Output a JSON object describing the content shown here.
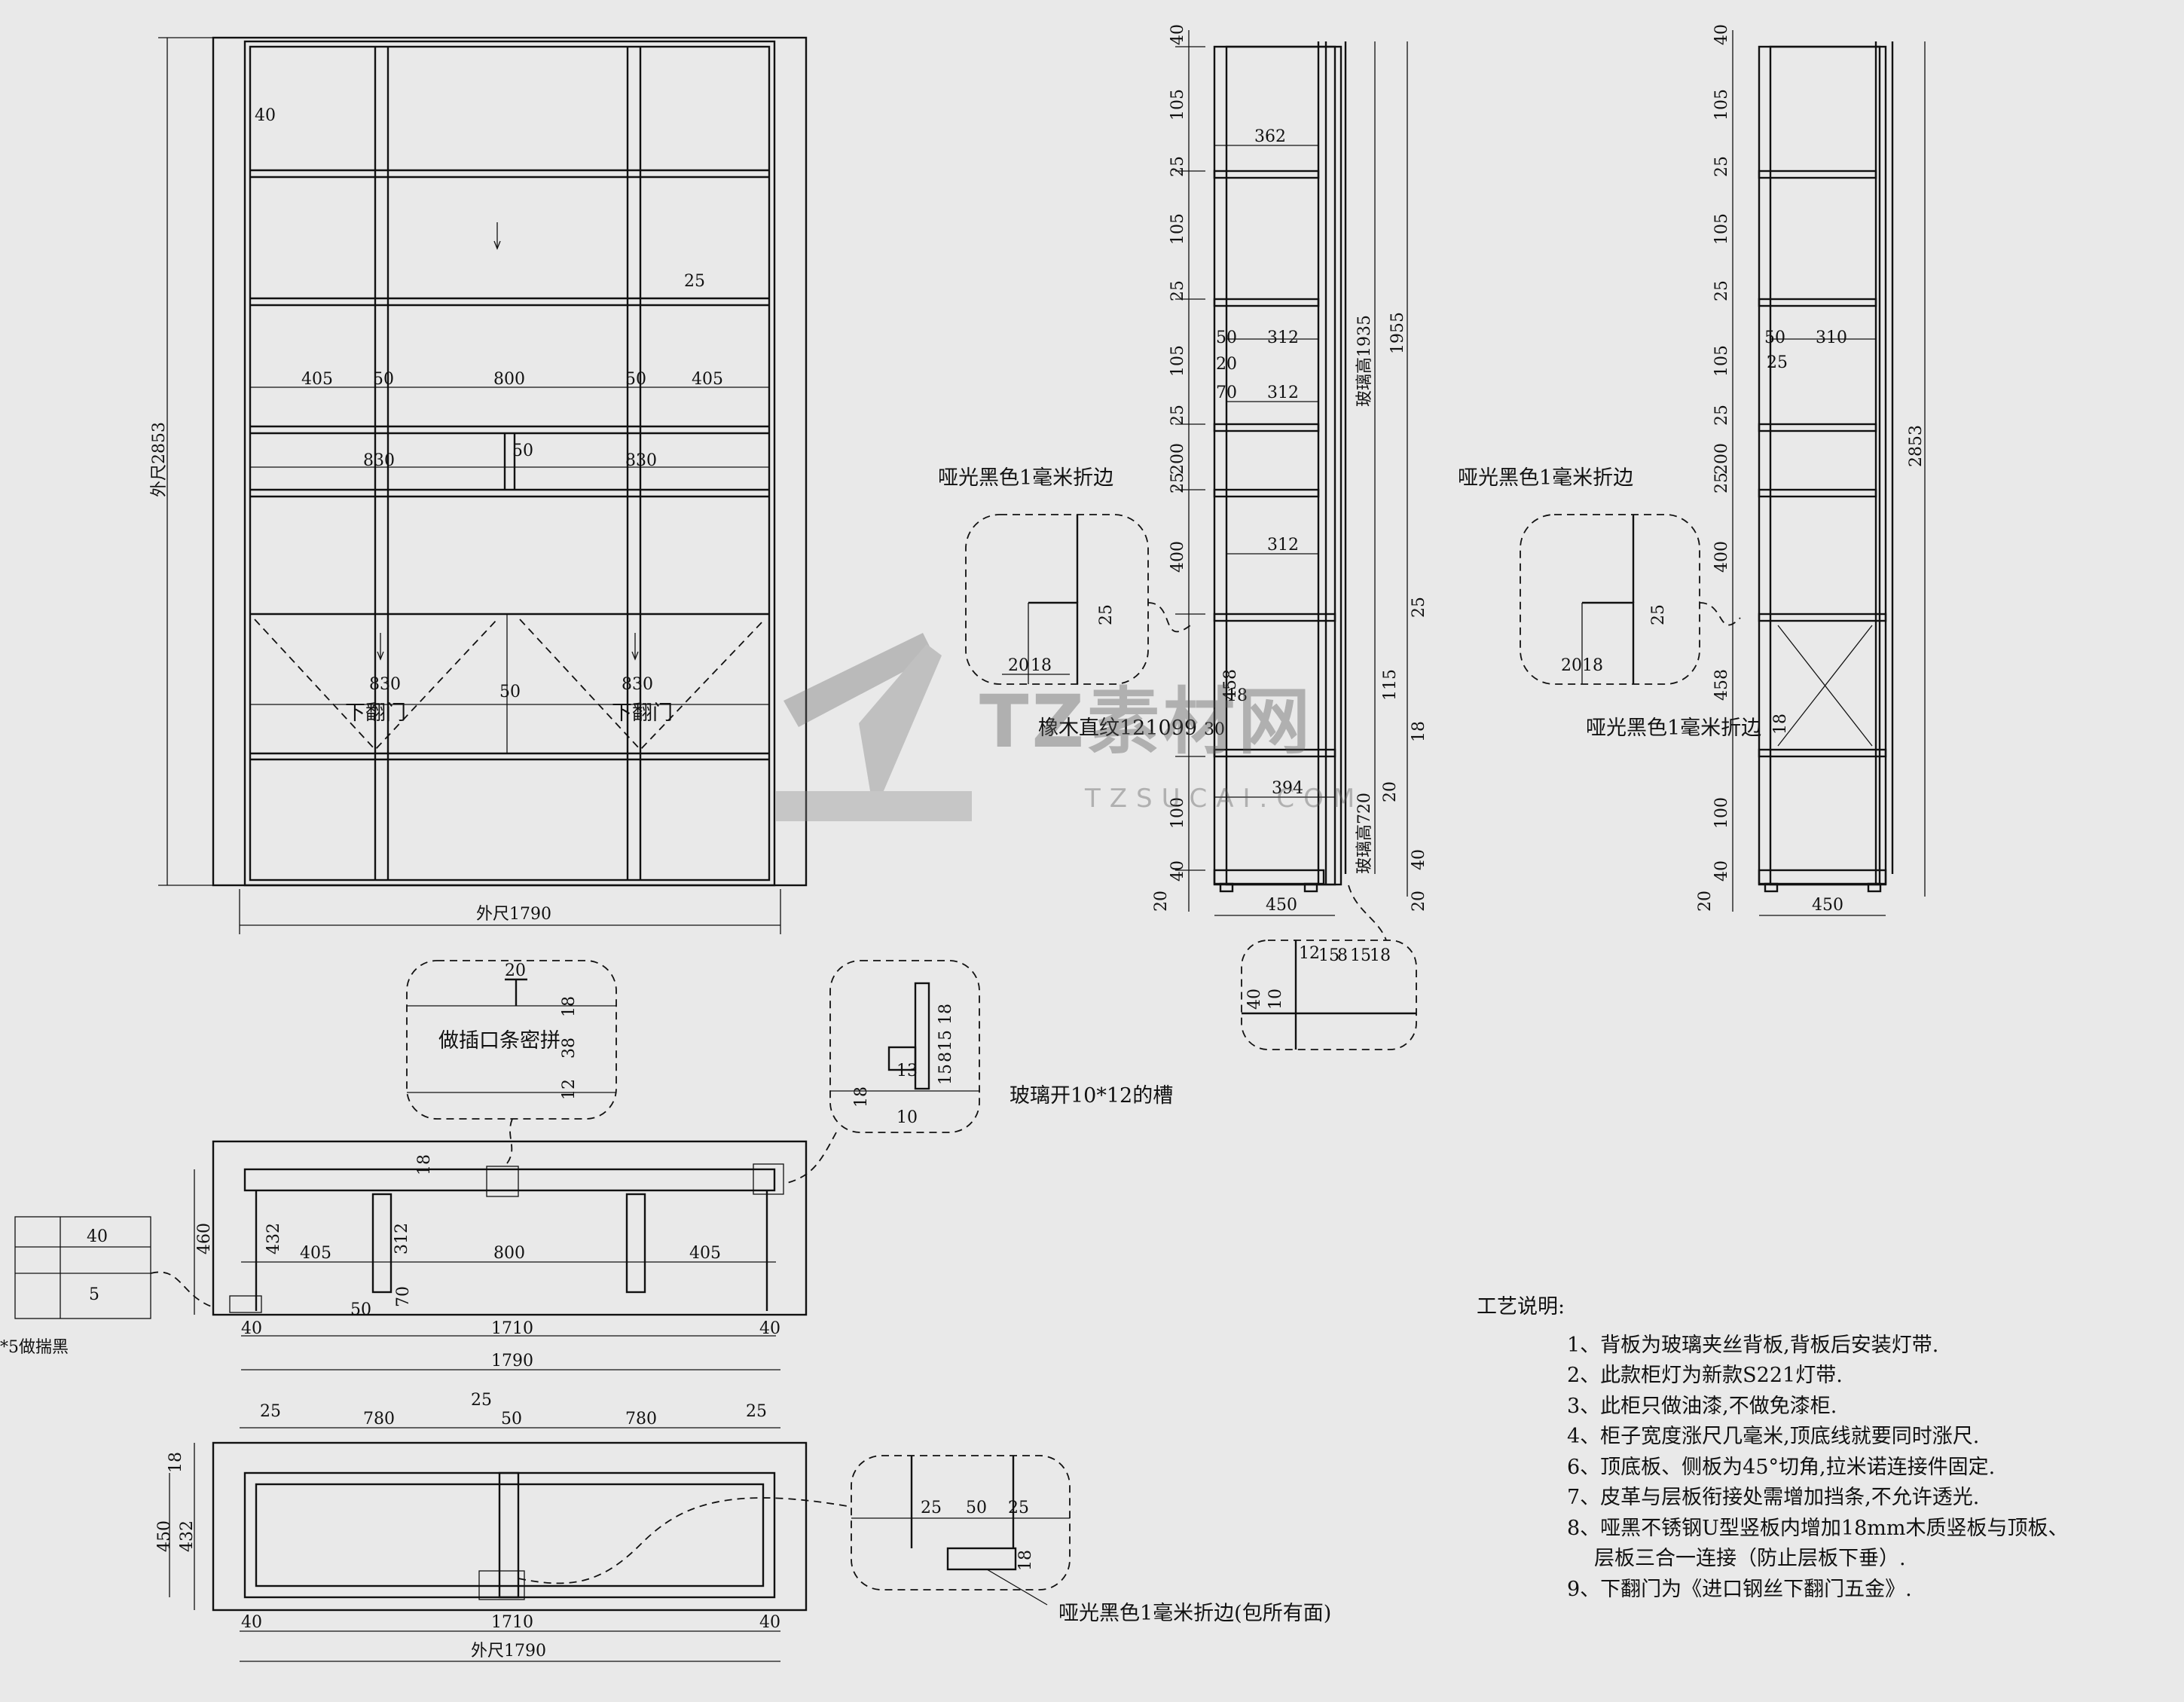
{
  "front_elevation": {
    "dims_left_right": [
      "405",
      "50",
      "800",
      "50",
      "405"
    ],
    "dims_mid_row": [
      "830",
      "50",
      "830"
    ],
    "dims_flap": [
      "830",
      "50",
      "830"
    ],
    "dim_40": "40",
    "dim_25": "25",
    "height_label": "外尺2853",
    "width_label": "外尺1790",
    "flap_label_left": "下翻门",
    "flap_label_right": "下翻门"
  },
  "side_section_1": {
    "left_dims": [
      "40",
      "105",
      "25",
      "105",
      "25",
      "105",
      "25",
      "200",
      "25",
      "400",
      "458",
      "100",
      "40",
      "20"
    ],
    "dims_inner": [
      "362",
      "312",
      "312",
      "312",
      "394"
    ],
    "dim_50": "50",
    "dim_20": "20",
    "dim_70": "70",
    "dim_18": "18",
    "dim_30": "30",
    "depth": "450",
    "glass_height": "玻璃高1935",
    "total_height": "1955",
    "glass_low": "玻璃高720",
    "right_dims": [
      "25",
      "115",
      "18",
      "20",
      "40",
      "20"
    ],
    "detail_label": "哑光黑色1毫米折边",
    "detail_dims": [
      "20",
      "18",
      "25"
    ],
    "wood_label": "橡木直纹121099",
    "foot_detail_dims": [
      "12",
      "15",
      "8",
      "15",
      "18",
      "40",
      "10"
    ]
  },
  "side_section_2": {
    "left_dims": [
      "40",
      "105",
      "25",
      "105",
      "25",
      "105",
      "25",
      "200",
      "25",
      "400",
      "458",
      "100",
      "40",
      "20"
    ],
    "dims_inner": [
      "310"
    ],
    "dim_50": "50",
    "dim_25": "25",
    "depth": "450",
    "total_height": "2853",
    "detail_label": "哑光黑色1毫米折边",
    "detail_dims": [
      "20",
      "18",
      "25"
    ],
    "side_label": "哑光黑色1毫米折边",
    "dim_18": "18"
  },
  "plan_top": {
    "callout_dims": [
      "20",
      "18",
      "38",
      "12"
    ],
    "callout_label": "做插口条密拼",
    "glass_detail_dims": [
      "18",
      "15",
      "8",
      "15",
      "13",
      "18",
      "10"
    ],
    "glass_label": "玻璃开10*12的槽",
    "dims": [
      "405",
      "800",
      "405"
    ],
    "dim_312": "312",
    "dim_432": "432",
    "dim_460": "460",
    "dim_70": "70",
    "dim_50": "50",
    "dim_18": "18",
    "bottom_dims": [
      "40",
      "1710",
      "40"
    ],
    "total": "1790",
    "left_detail_dims": [
      "40",
      "5"
    ],
    "left_detail_label": "*5做揣黑"
  },
  "plan_bottom": {
    "top_dims": [
      "25",
      "780",
      "25",
      "50",
      "780",
      "25"
    ],
    "left_dims": [
      "18",
      "450",
      "432"
    ],
    "bottom_dims": [
      "40",
      "1710",
      "40"
    ],
    "total": "外尺1790",
    "detail_dims": [
      "25",
      "50",
      "25",
      "18"
    ],
    "detail_label": "哑光黑色1毫米折边(包所有面)"
  },
  "notes": {
    "title": "工艺说明:",
    "items": [
      "1、背板为玻璃夹丝背板,背板后安装灯带.",
      "2、此款柜灯为新款S221灯带.",
      "3、此柜只做油漆,不做免漆柜.",
      "4、柜子宽度涨尺几毫米,顶底线就要同时涨尺.",
      "6、顶底板、侧板为45°切角,拉米诺连接件固定.",
      "7、皮革与层板衔接处需增加挡条,不允许透光.",
      "8、哑黑不锈钢U型竖板内增加18mm木质竖板与顶板、",
      "层板三合一连接（防止层板下垂）.",
      "9、下翻门为《进口钢丝下翻门五金》."
    ]
  },
  "watermark": {
    "brand": "TZ素材网",
    "url": "TZSUCAI.COM"
  }
}
